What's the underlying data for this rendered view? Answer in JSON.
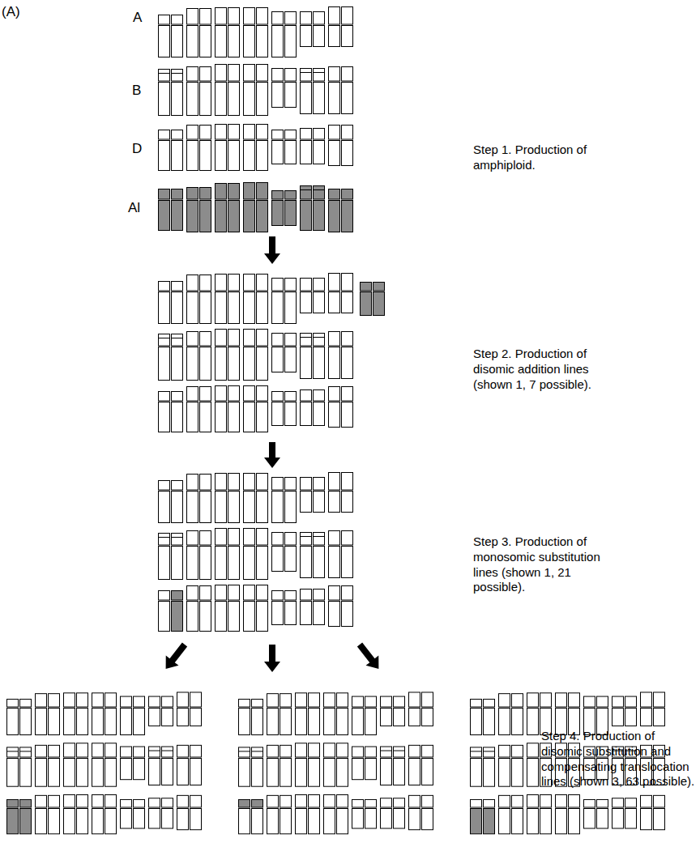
{
  "diagram": {
    "labels": [
      "(A)",
      "A",
      "B",
      "D",
      "Al",
      "Step 1. Production of amphiploid.",
      "Step 2. Production of disomic addition lines (shown 1, 7 possible).",
      "Step 3. Production of monosomic substitution lines (shown 1, 21 possible).",
      "Step 4. Production of disomic substitution and compensating translocation lines (shown 3, 63 possible)."
    ]
  }
}
